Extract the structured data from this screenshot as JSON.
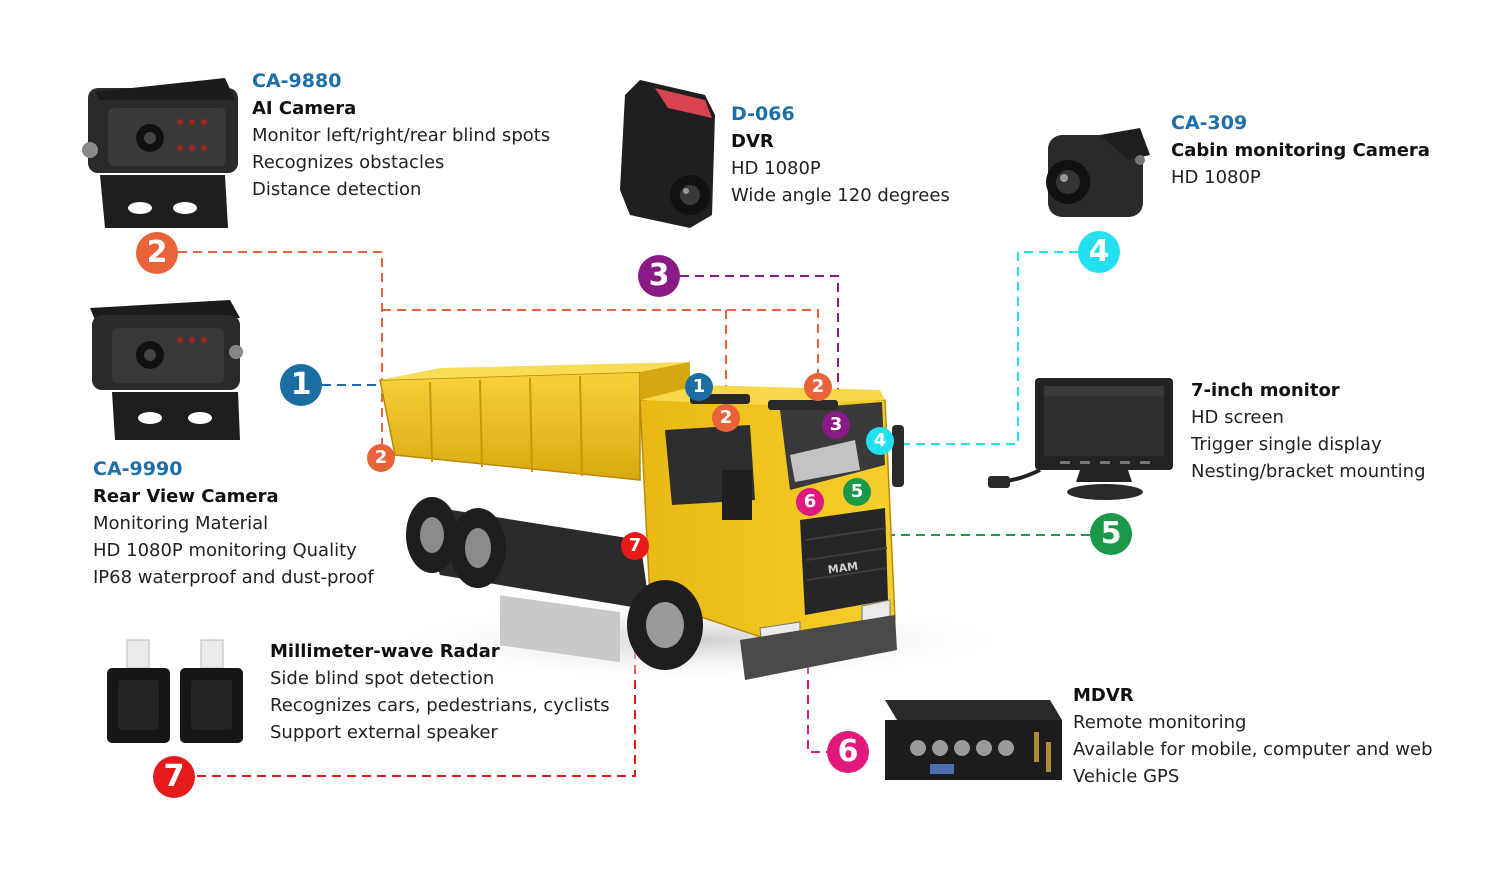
{
  "colors": {
    "c1": "#1a6ea3",
    "c2": "#e8623a",
    "c3": "#8a1a86",
    "c4": "#22e0f0",
    "c5": "#1a9a48",
    "c6": "#e0197e",
    "c7": "#e51b1b",
    "model_text": "#1f6ea8",
    "truck_body": "#f2c313"
  },
  "products": [
    {
      "id": "ai-camera",
      "model": "CA-9880",
      "name": "AI Camera",
      "features": [
        "Monitor left/right/rear blind spots",
        "Recognizes obstacles",
        "Distance detection"
      ]
    },
    {
      "id": "dvr",
      "model": "D-066",
      "name": "DVR",
      "features": [
        "HD 1080P",
        "Wide angle 120 degrees"
      ]
    },
    {
      "id": "cabin-camera",
      "model": "CA-309",
      "name": "Cabin monitoring Camera",
      "features": [
        "HD 1080P"
      ]
    },
    {
      "id": "rear-camera",
      "model": "CA-9990",
      "name": "Rear View Camera",
      "features": [
        "Monitoring Material",
        "HD 1080P monitoring Quality",
        "IP68 waterproof and dust-proof"
      ]
    },
    {
      "id": "monitor",
      "name": "7-inch monitor",
      "features": [
        "HD screen",
        "Trigger single display",
        "Nesting/bracket mounting"
      ]
    },
    {
      "id": "radar",
      "name": "Millimeter-wave Radar",
      "features": [
        "Side blind spot detection",
        "Recognizes cars, pedestrians, cyclists",
        "Support external speaker"
      ]
    },
    {
      "id": "mdvr",
      "name": "MDVR",
      "features": [
        "Remote monitoring",
        "Available for mobile, computer and web",
        "Vehicle GPS"
      ]
    }
  ],
  "badges": {
    "n1": "1",
    "n2": "2",
    "n3": "3",
    "n4": "4",
    "n5": "5",
    "n6": "6",
    "n7": "7"
  },
  "truck": {
    "grille_text": "MAM"
  }
}
